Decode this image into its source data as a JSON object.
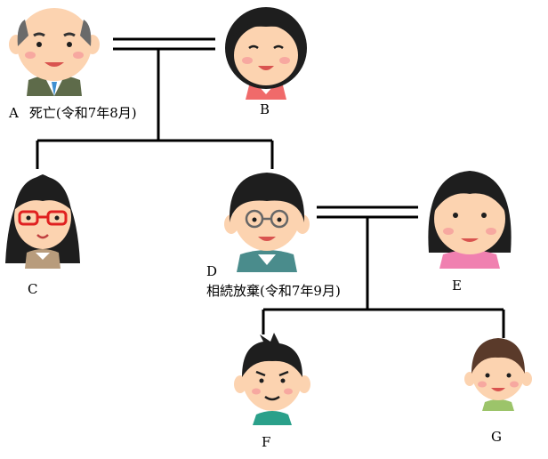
{
  "colors": {
    "line": "#000000",
    "skin": "#fcd3b0",
    "cheek": "#f7a8a0",
    "hair_black": "#1e1e1e",
    "hair_brown": "#5a3a2a",
    "hair_gray": "#6a6a6a",
    "a_suit": "#5e6b4a",
    "a_tie": "#3f8fd1",
    "b_shirt": "#f06a6a",
    "c_shirt": "#b89c7c",
    "c_glasses": "#e02020",
    "d_shirt": "#4a8c8c",
    "e_shirt": "#f080b0",
    "f_shirt": "#2aa08a",
    "g_shirt": "#9cc46a"
  },
  "people": {
    "a": {
      "letter": "A",
      "note": "死亡(令和7年8月)",
      "icon": "elderly-man-icon"
    },
    "b": {
      "letter": "B",
      "icon": "elderly-woman-icon"
    },
    "c": {
      "letter": "C",
      "icon": "woman-glasses-icon"
    },
    "d": {
      "letter": "D",
      "note": "相続放棄(令和7年9月)",
      "icon": "man-glasses-icon"
    },
    "e": {
      "letter": "E",
      "icon": "woman-icon"
    },
    "f": {
      "letter": "F",
      "icon": "boy-icon"
    },
    "g": {
      "letter": "G",
      "icon": "child-icon"
    }
  }
}
